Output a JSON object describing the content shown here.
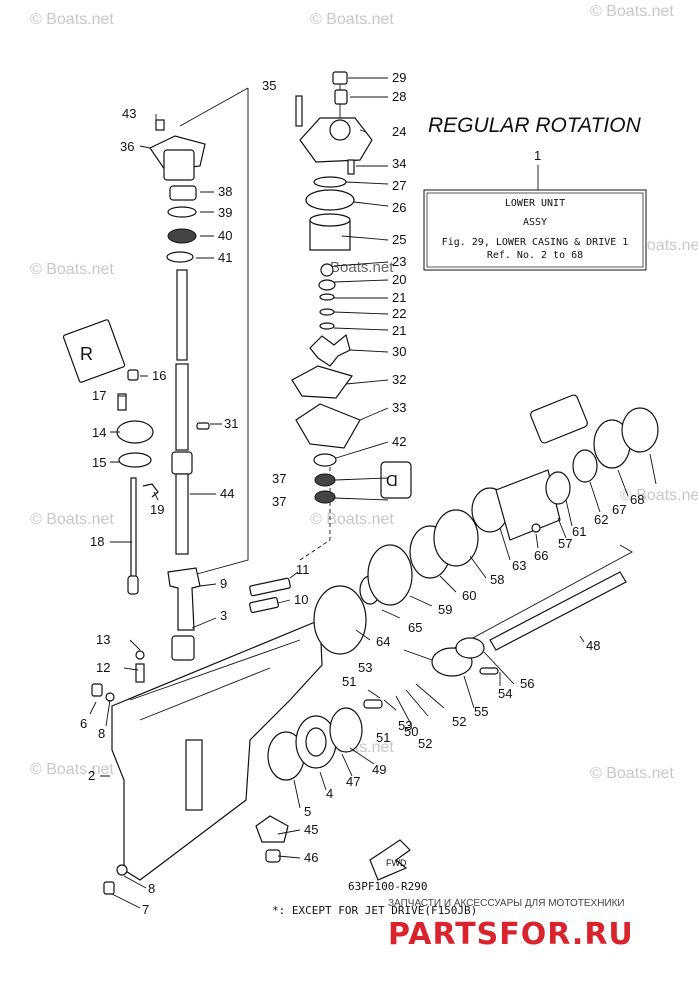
{
  "diagram": {
    "title": "REGULAR ROTATION",
    "ref_box": {
      "number": "1",
      "line1": "LOWER UNIT",
      "line2": "ASSY",
      "line3": "Fig. 29, LOWER CASING & DRIVE 1",
      "line4": "Ref. No. 2 to 68"
    },
    "drawing_code": "63PF100-R290",
    "footnote": "*: EXCEPT FOR JET DRIVE(F150JB)",
    "fwd_label": "FWD",
    "part_numbers": [
      "29",
      "28",
      "24",
      "34",
      "27",
      "26",
      "25",
      "23",
      "20",
      "21",
      "22",
      "21",
      "30",
      "32",
      "33",
      "42",
      "37",
      "37",
      "35",
      "43",
      "36",
      "38",
      "39",
      "40",
      "41",
      "16",
      "17",
      "14",
      "15",
      "31",
      "19",
      "44",
      "18",
      "9",
      "11",
      "10",
      "3",
      "13",
      "12",
      "6",
      "8",
      "2",
      "5",
      "45",
      "46",
      "8",
      "7",
      "4",
      "47",
      "49",
      "51",
      "53",
      "50",
      "52",
      "53",
      "52",
      "51",
      "55",
      "54",
      "56",
      "48",
      "64",
      "65",
      "59",
      "60",
      "58",
      "63",
      "66",
      "57",
      "61",
      "62",
      "67",
      "68"
    ]
  },
  "watermark": {
    "text": "© Boats.net",
    "inline_text": "Boats.net"
  },
  "branding": {
    "tagline": "ЗАПЧАСТИ И АКСЕССУАРЫ ДЛЯ МОТОТЕХНИКИ",
    "logo_text": "PARTSFOR.RU"
  }
}
